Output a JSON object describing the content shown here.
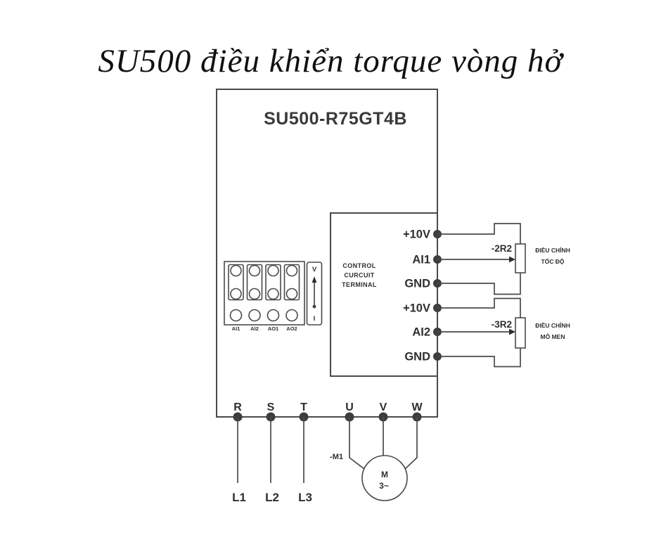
{
  "title": "SU500 điều khiển torque vòng hở",
  "inverter": {
    "model": "SU500-R75GT4B",
    "control_box": {
      "lines": [
        "CONTROL",
        "CURCUIT",
        "TERMINAL"
      ]
    },
    "control_terminals": [
      "+10V",
      "AI1",
      "GND",
      "+10V",
      "AI2",
      "GND"
    ],
    "terminal_block": {
      "labels": [
        "AI1",
        "AI2",
        "AO1",
        "AO2"
      ]
    },
    "jumper": {
      "top": "V",
      "bottom": "I"
    },
    "power_terminals": [
      "R",
      "S",
      "T",
      "U",
      "V",
      "W"
    ]
  },
  "potentiometers": [
    {
      "ref": "-2R2",
      "function": [
        "ĐIỀU CHỈNH",
        "TỐC ĐỘ"
      ]
    },
    {
      "ref": "-3R2",
      "function": [
        "ĐIỀU CHỈNH",
        "MÔ MEN"
      ]
    }
  ],
  "supply_lines": [
    "L1",
    "L2",
    "L3"
  ],
  "motor": {
    "ref": "-M1",
    "letter": "M",
    "phase": "3~"
  },
  "colors": {
    "line": "#4a4a4a",
    "text": "#2e2e2e",
    "background": "#ffffff"
  }
}
